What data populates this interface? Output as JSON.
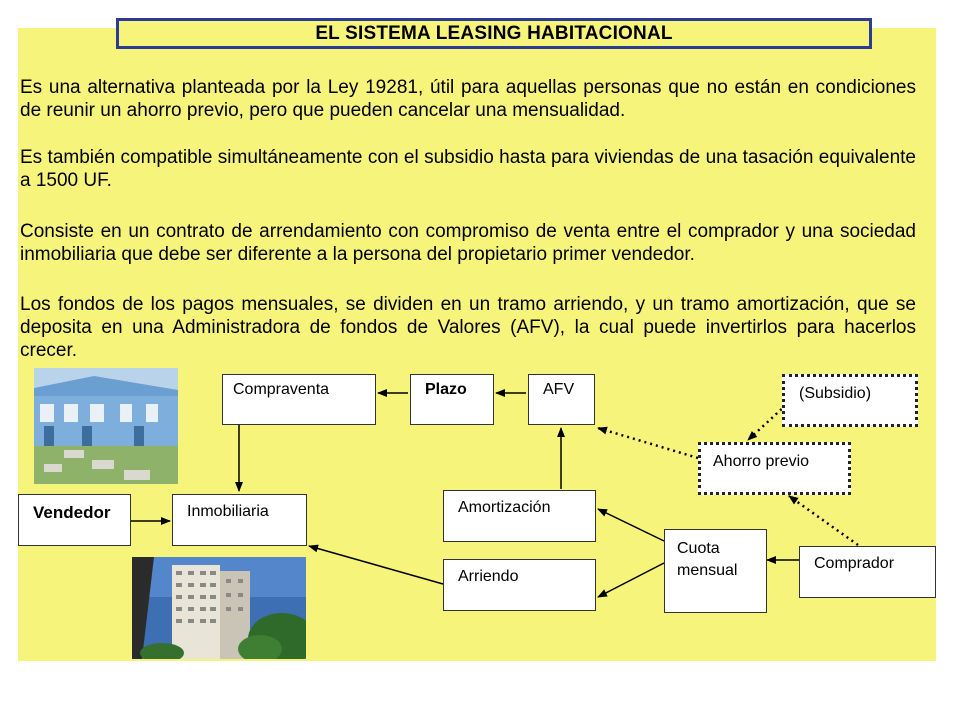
{
  "title": "EL SISTEMA LEASING HABITACIONAL",
  "paragraphs": [
    "Es una alternativa planteada por la Ley 19281, útil para aquellas personas que no están en condiciones de reunir un ahorro previo, pero que pueden cancelar una mensualidad.",
    "Es también compatible simultáneamente con el subsidio hasta para viviendas de una tasación equivalente a 1500 UF.",
    " Consiste en un contrato de arrendamiento con compromiso de venta entre el comprador y una sociedad inmobiliaria que debe ser diferente a la persona del propietario primer vendedor.",
    "Los fondos de los pagos mensuales, se dividen en un tramo arriendo, y un  tramo amortización, que se deposita en una Administradora de fondos de Valores (AFV), la cual puede invertirlos para hacerlos crecer."
  ],
  "diagram": {
    "compraventa": "Compraventa",
    "plazo": "Plazo",
    "afv": "AFV",
    "subsidio": "(Subsidio)",
    "ahorro_previo": "Ahorro previo",
    "vendedor": "Vendedor",
    "inmobiliaria": "Inmobiliaria",
    "amortizacion": "Amortización",
    "arriendo": "Arriendo",
    "cuota_mensual": "Cuota mensual",
    "comprador": "Comprador"
  },
  "colors": {
    "panel": "#f7f47c",
    "title_border": "#2c3c95"
  }
}
